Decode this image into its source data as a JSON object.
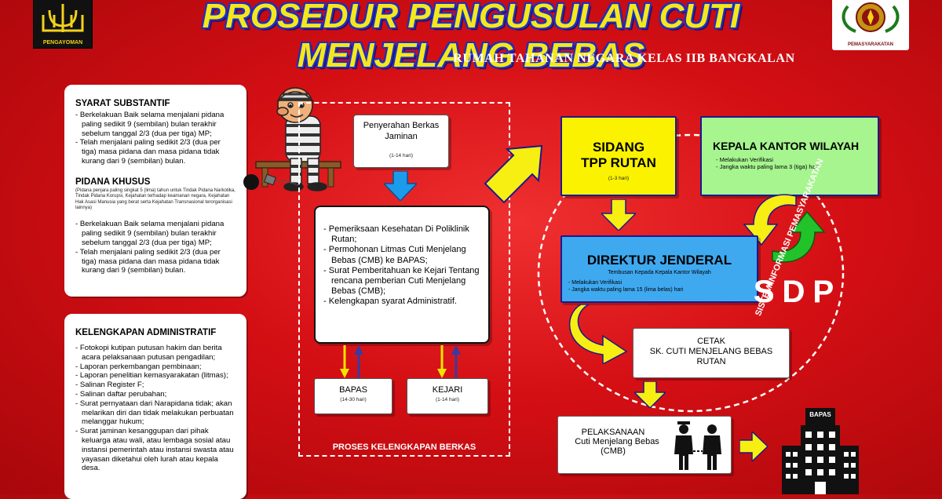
{
  "header": {
    "title": "PROSEDUR PENGUSULAN CUTI MENJELANG BEBAS",
    "subtitle": "RUMAH TAHANAN NEGARA KELAS IIB BANGKALAN",
    "logo_left_text": "PENGAYOMAN",
    "logo_right_text": "PEMASYARAKATAN"
  },
  "syarat_substantif": {
    "heading": "SYARAT SUBSTANTIF",
    "items": [
      "Berkelakuan Baik selama menjalani pidana paling sedikit 9 (sembilan) bulan terakhir sebelum tanggal 2/3 (dua per tiga) MP;",
      "Telah menjalani paling sedikit 2/3 (dua per tiga) masa pidana dan masa pidana tidak kurang dari 9 (sembilan) bulan."
    ]
  },
  "pidana_khusus": {
    "heading": "PIDANA KHUSUS",
    "note": "(Pidana penjara paling singkat 5 (lima) tahun untuk Tindak Pidana Narkotika, Tindak Pidana Korupsi, Kejahatan terhadap keamanan negara, Kejahatan Hak Asasi Manusia yang berat serta Kejahatan Transnasional terorganisasi lainnya)",
    "items": [
      "Berkelakuan Baik selama menjalani pidana paling sedikit 9 (sembilan) bulan terakhir sebelum tanggal 2/3 (dua per tiga) MP;",
      "Telah menjalani paling sedikit 2/3 (dua per tiga) masa pidana dan masa pidana tidak kurang dari 9 (sembilan) bulan."
    ]
  },
  "kelengkapan_administratif": {
    "heading": "KELENGKAPAN ADMINISTRATIF",
    "items": [
      "Fotokopi kutipan putusan hakim dan berita acara pelaksanaan putusan pengadilan;",
      "Laporan perkembangan pembinaan;",
      "Laporan penelitian kemasyarakatan (litmas);",
      "Salinan Register F;",
      "Salinan daftar perubahan;",
      "Surat pernyataan dari Narapidana tidak; akan melarikan diri dan tidak melakukan perbuatan melanggar hukum;",
      "Surat jaminan kesanggupan dari pihak keluarga atau wali, atau lembaga sosial atau instansi pemerintah atau instansi swasta atau yayasan diketahui oleh lurah atau kepala desa."
    ]
  },
  "proses": {
    "label": "PROSES KELENGKAPAN BERKAS",
    "penyerahan": {
      "title": "Penyerahan Berkas Jaminan",
      "duration": "(1-14 hari)"
    },
    "pemeriksaan_items": [
      "Pemeriksaan Kesehatan Di Poliklinik Rutan;",
      "Permohonan Litmas Cuti Menjelang Bebas (CMB) ke BAPAS;",
      "Surat Pemberitahuan ke Kejari Tentang rencana pemberian Cuti Menjelang Bebas (CMB);",
      "Kelengkapan syarat Administratif."
    ],
    "bapas": {
      "title": "BAPAS",
      "duration": "(14-30 hari)"
    },
    "kejari": {
      "title": "KEJARI",
      "duration": "(1-14 hari)"
    }
  },
  "sidang": {
    "line1": "SIDANG",
    "line2": "TPP RUTAN",
    "duration": "(1-3 hari)"
  },
  "kanwil": {
    "title": "KEPALA KANTOR WILAYAH",
    "items": [
      "Melakukan Verifikasi",
      "Jangka waktu paling lama 3 (tiga) hari"
    ]
  },
  "dirjen": {
    "title": "DIREKTUR JENDERAL",
    "subtitle": "Tembusan Kepada Kepala Kantor Wilayah",
    "items": [
      "Melakukan Verifikasi",
      "Jangka waktu paling lama 15 (lima belas) hari"
    ]
  },
  "sdp": {
    "logo": "SDP",
    "ring_text": "SISTEM INFORMASI PEMASYARAKATAN"
  },
  "cetak": {
    "line1": "CETAK",
    "line2": "SK. CUTI MENJELANG BEBAS",
    "line3": "RUTAN"
  },
  "pelaksanaan": {
    "line1": "PELAKSANAAN",
    "line2": "Cuti Menjelang Bebas",
    "line3": "(CMB)"
  },
  "building": {
    "label": "BAPAS"
  },
  "colors": {
    "background": "#d40f14",
    "title_yellow": "#f4e81a",
    "title_outline": "#1f2fc4",
    "box_border": "#1a1a8c",
    "yellow": "#fbf200",
    "green": "#a6f58f",
    "blue": "#3fa9f0"
  }
}
